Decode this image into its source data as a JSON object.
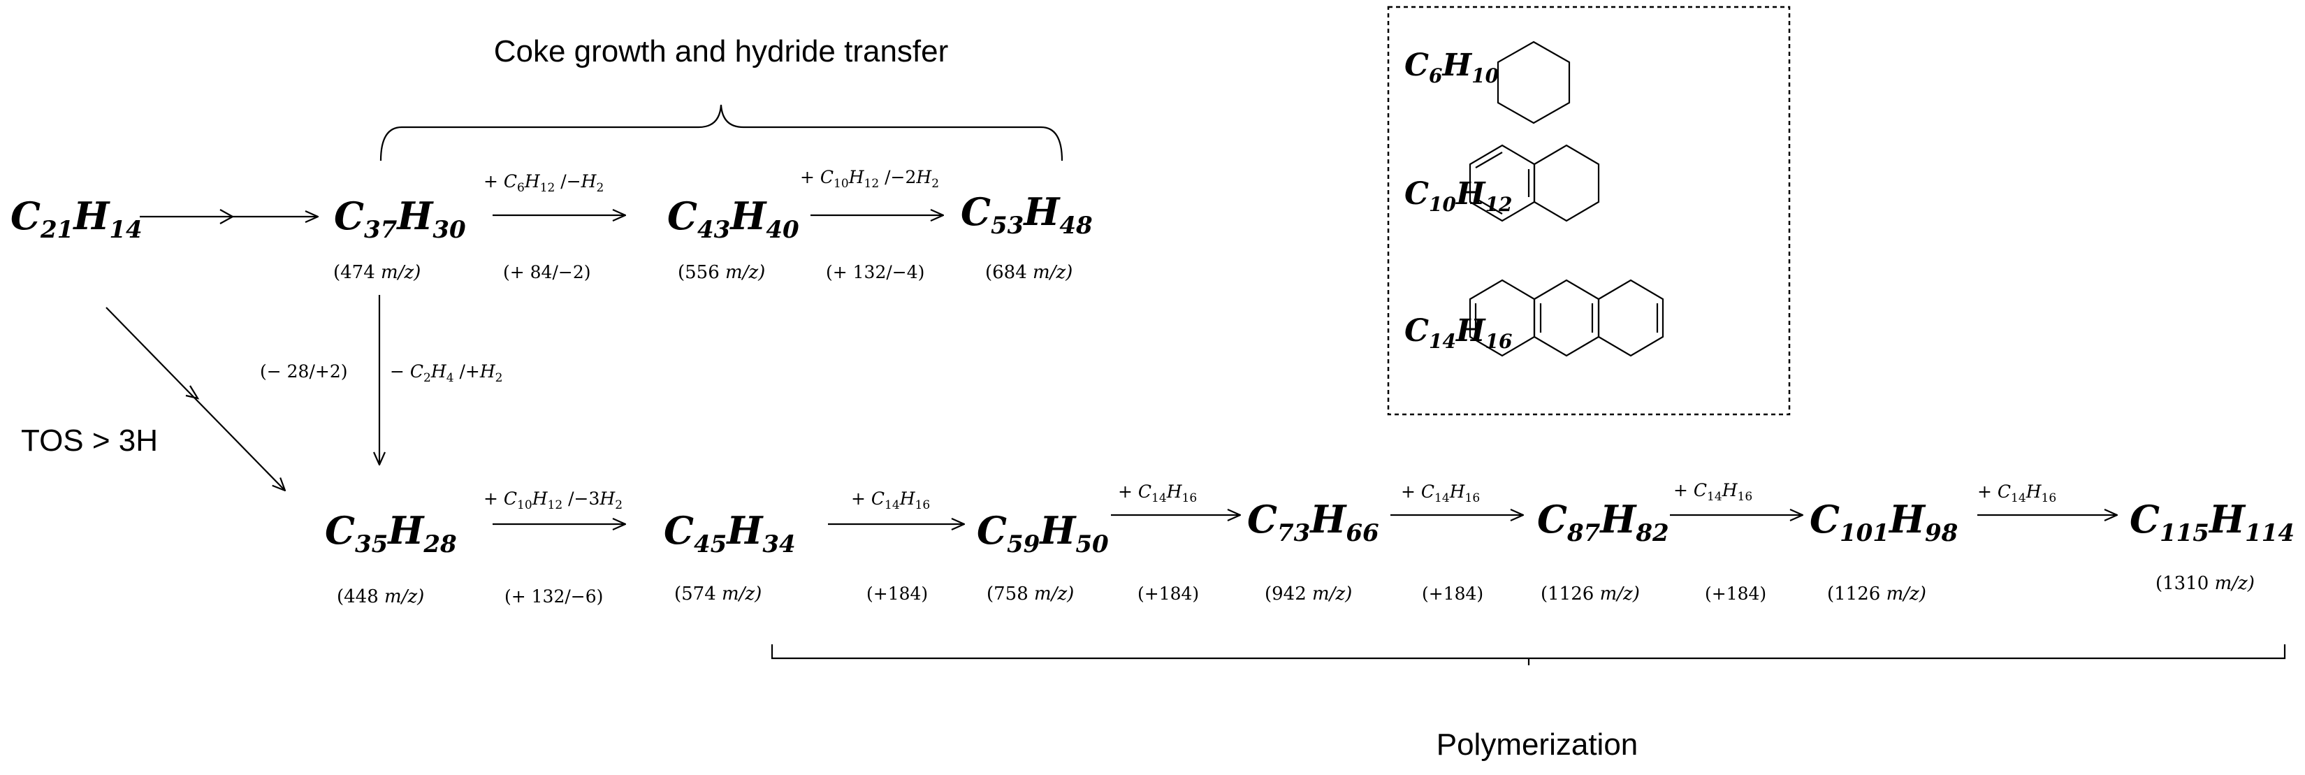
{
  "labels": {
    "coke_growth": "Coke growth and hydride transfer",
    "polymerization": "Polymerization",
    "tos": "TOS > 3H"
  },
  "species": {
    "c21h14": {
      "c": "C",
      "cn": "21",
      "h": "H",
      "hn": "14"
    },
    "c37h30": {
      "c": "C",
      "cn": "37",
      "h": "H",
      "hn": "30",
      "mz": "(474",
      "unit": "m/z)"
    },
    "c43h40": {
      "c": "C",
      "cn": "43",
      "h": "H",
      "hn": "40",
      "mz": "(556",
      "unit": "m/z)"
    },
    "c53h48": {
      "c": "C",
      "cn": "53",
      "h": "H",
      "hn": "48",
      "mz": "(684",
      "unit": "m/z)"
    },
    "c35h28": {
      "c": "C",
      "cn": "35",
      "h": "H",
      "hn": "28",
      "mz": "(448",
      "unit": "m/z)"
    },
    "c45h34": {
      "c": "C",
      "cn": "45",
      "h": "H",
      "hn": "34",
      "mz": "(574",
      "unit": "m/z)"
    },
    "c59h50": {
      "c": "C",
      "cn": "59",
      "h": "H",
      "hn": "50",
      "mz": "(758",
      "unit": "m/z)"
    },
    "c73h66": {
      "c": "C",
      "cn": "73",
      "h": "H",
      "hn": "66",
      "mz": "(942",
      "unit": "m/z)"
    },
    "c87h82": {
      "c": "C",
      "cn": "87",
      "h": "H",
      "hn": "82",
      "mz": "(1126",
      "unit": "m/z)"
    },
    "c101h98": {
      "c": "C",
      "cn": "101",
      "h": "H",
      "hn": "98",
      "mz": "(1126",
      "unit": "m/z)"
    },
    "c115h114": {
      "c": "C",
      "cn": "115",
      "h": "H",
      "hn": "114",
      "mz": "(1310",
      "unit": "m/z)"
    }
  },
  "steps": {
    "s1": {
      "reagent": [
        "+ ",
        "C",
        "6",
        "H",
        "12",
        " /−",
        "H",
        "2"
      ],
      "delta": "(+ 84/−2)"
    },
    "s2": {
      "reagent": [
        "+ ",
        "C",
        "10",
        "H",
        "12",
        " /−2",
        "H",
        "2"
      ],
      "delta": "(+ 132/−4)"
    },
    "s3": {
      "reagent": [
        "+ ",
        "C",
        "10",
        "H",
        "12",
        " /−3",
        "H",
        "2"
      ],
      "delta": "(+ 132/−6)"
    },
    "s4": {
      "reagent": [
        "+ ",
        "C",
        "14",
        "H",
        "16"
      ],
      "delta": "(+184)"
    },
    "s5": {
      "reagent": [
        "+ ",
        "C",
        "14",
        "H",
        "16"
      ],
      "delta": "(+184)"
    },
    "s6": {
      "reagent": [
        "+ ",
        "C",
        "14",
        "H",
        "16"
      ],
      "delta": "(+184)"
    },
    "s7": {
      "reagent": [
        "+ ",
        "C",
        "14",
        "H",
        "16"
      ],
      "delta": "(+184)"
    },
    "s8": {
      "reagent": [
        "+ ",
        "C",
        "14",
        "H",
        "16"
      ]
    },
    "vertical": {
      "delta": "(− 28/+2)",
      "reagent": [
        "− ",
        "C",
        "2",
        "H",
        "4",
        " /+",
        "H",
        "2"
      ]
    }
  },
  "legend": {
    "c6h10": {
      "c": "C",
      "cn": "6",
      "h": "H",
      "hn": "10"
    },
    "c10h12": {
      "c": "C",
      "cn": "10",
      "h": "H",
      "hn": "12"
    },
    "c14h16": {
      "c": "C",
      "cn": "14",
      "h": "H",
      "hn": "16"
    }
  }
}
